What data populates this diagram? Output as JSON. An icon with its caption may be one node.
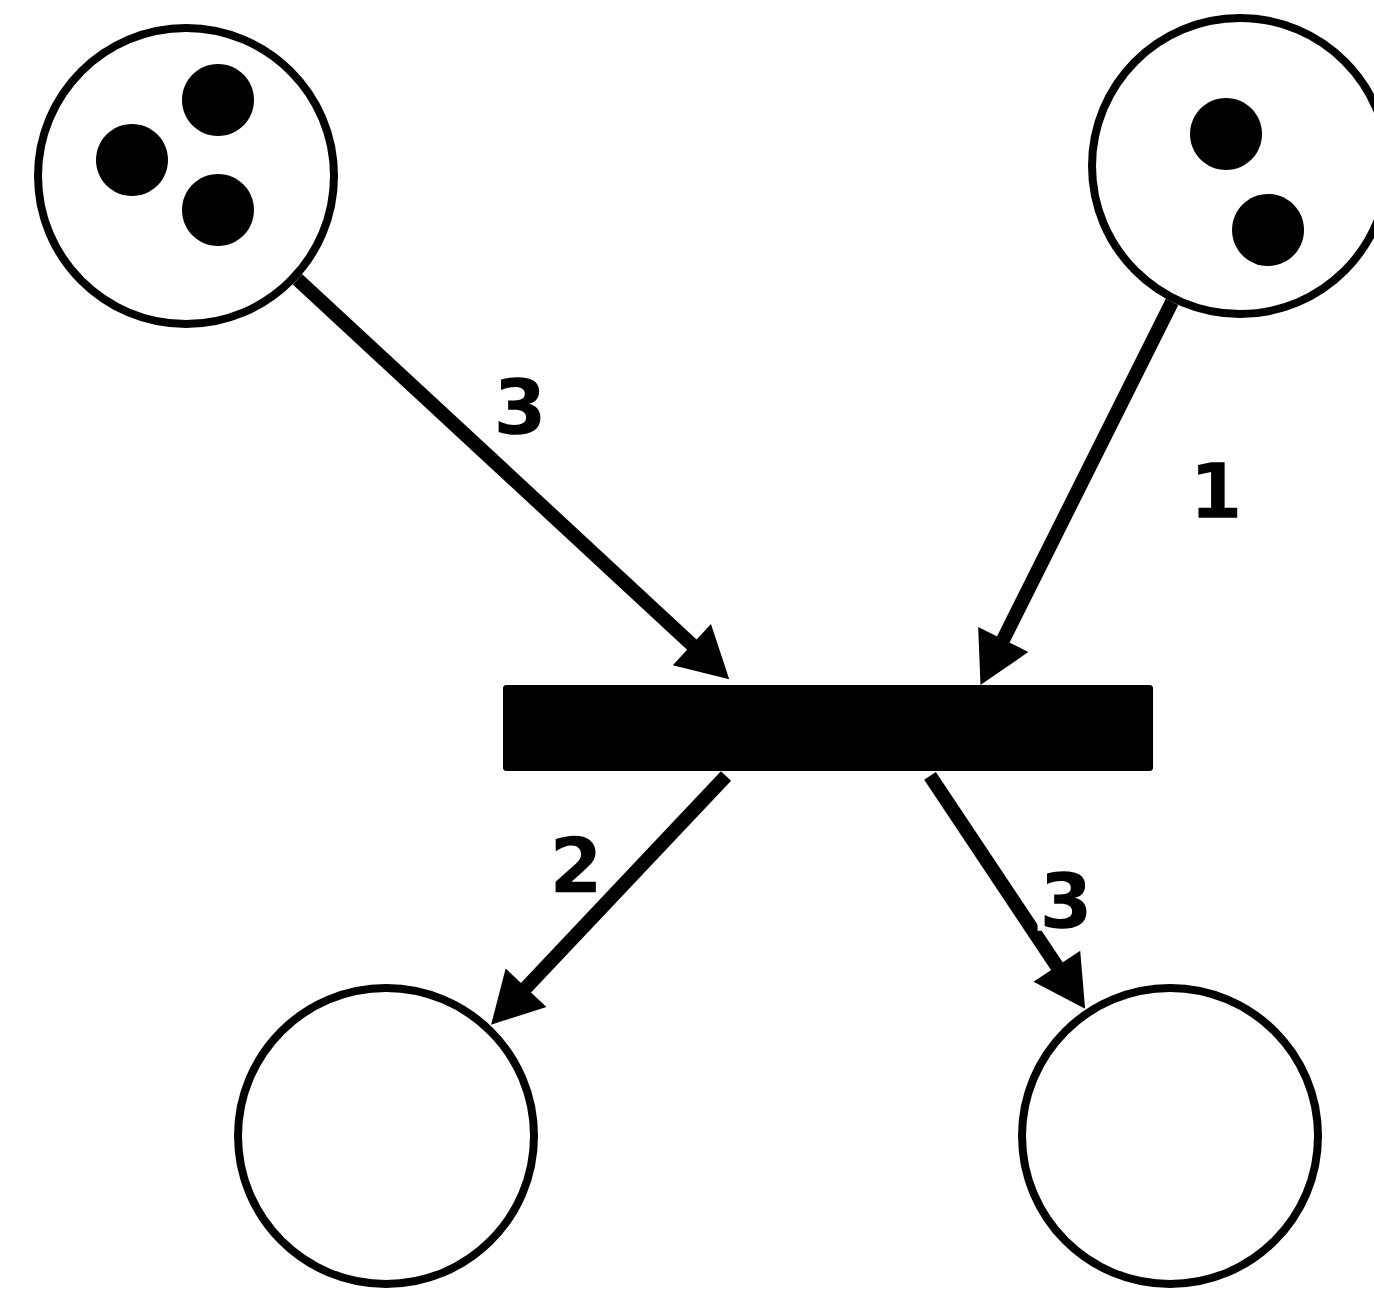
{
  "diagram": {
    "nodes": [
      {
        "text": [],
        "shape": "circle"
      },
      {
        "text": [],
        "shape": "circle",
        "in": 0
      },
      {
        "text": [],
        "shape": "circle",
        "in": 0
      },
      {
        "text": [],
        "shape": "circle",
        "in": 0
      },
      {
        "text": [],
        "shape": "circle"
      },
      {
        "text": [],
        "shape": "circle",
        "in": 4
      },
      {
        "text": [],
        "shape": "circle",
        "in": 4
      },
      {
        "text": [],
        "shape": "bar"
      },
      {
        "text": [],
        "shape": "circle"
      },
      {
        "text": [],
        "shape": "circle"
      }
    ],
    "edges": [
      {
        "from": 0,
        "to": 7,
        "arrow": "to",
        "label": "3"
      },
      {
        "from": 4,
        "to": 7,
        "arrow": "to",
        "label": "1"
      },
      {
        "from": 7,
        "to": 8,
        "arrow": "to",
        "label": "2"
      },
      {
        "from": 7,
        "to": 9,
        "arrow": "to",
        "label": "3"
      }
    ]
  }
}
